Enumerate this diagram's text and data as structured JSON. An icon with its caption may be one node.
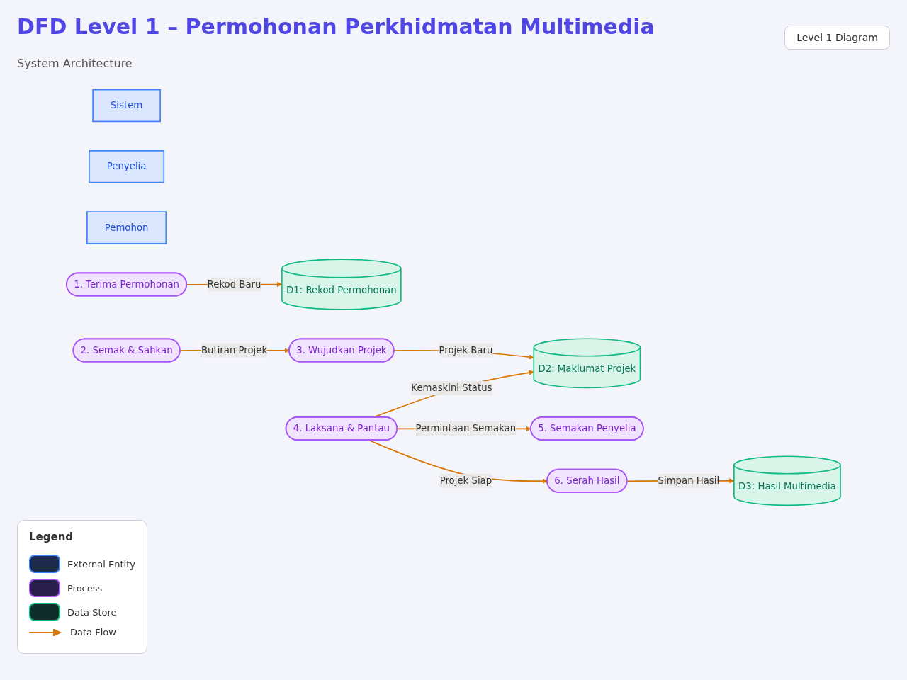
{
  "diagram": {
    "title": "DFD Level 1 – Permohonan Perkhidmatan Multimedia",
    "nodes": [
      {
        "text": [
          "Sistem"
        ]
      },
      {
        "text": [
          "D1: Rekod Permohonan"
        ]
      },
      {
        "text": [
          "D2: Maklumat Projek"
        ]
      },
      {
        "text": [
          "Penyelia"
        ]
      },
      {
        "text": [
          "Pemohon"
        ]
      },
      {
        "text": [
          "1. Terima Permohonan"
        ]
      },
      {
        "text": [
          "2. Semak & Sahkan"
        ]
      },
      {
        "text": [
          "3. Wujudkan Projek"
        ]
      },
      {
        "text": [
          "5. Semakan Penyelia"
        ]
      },
      {
        "text": [
          "4. Laksana & Pantau"
        ]
      },
      {
        "text": [
          "D3: Hasil Multimedia"
        ]
      },
      {
        "text": [
          "6. Serah Hasil"
        ]
      }
    ],
    "edges": [
      {
        "from": 5,
        "to": 1,
        "arrow": "to",
        "label": "Rekod Baru"
      },
      {
        "from": 7,
        "to": 2,
        "arrow": "to",
        "label": "Projek Baru"
      },
      {
        "from": 9,
        "to": 2,
        "arrow": "to",
        "label": "Kemaskini Status"
      },
      {
        "from": 6,
        "to": 7,
        "arrow": "to",
        "label": "Butiran Projek"
      },
      {
        "from": 9,
        "to": 8,
        "arrow": "to",
        "label": "Permintaan Semakan"
      },
      {
        "from": 9,
        "to": 11,
        "arrow": "to",
        "label": "Projek Siap"
      },
      {
        "from": 11,
        "to": 10,
        "arrow": "to",
        "label": "Simpan Hasil"
      }
    ],
    "labels": [
      "System Architecture",
      "Level 1 Diagram",
      "Legend"
    ],
    "legend": [
      {
        "text": "External Entity",
        "color": "#1e2a4a"
      },
      {
        "text": "Process",
        "color": "#2a1f4a"
      },
      {
        "text": "Data Store",
        "color": "#0f2e2a"
      },
      {
        "text": "Data Flow"
      }
    ]
  }
}
